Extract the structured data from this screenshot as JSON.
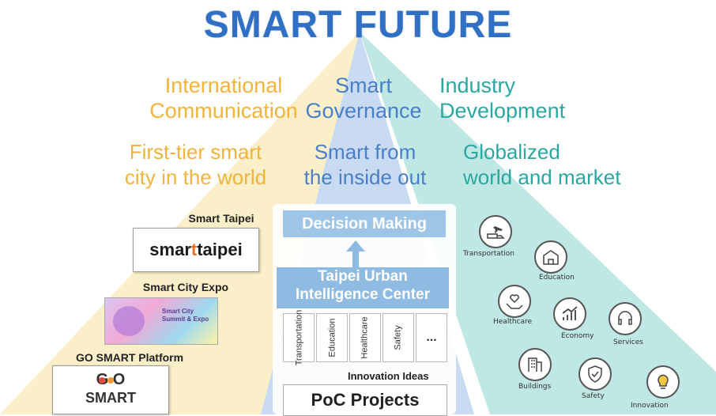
{
  "title": "SMART FUTURE",
  "columns": [
    {
      "heading_line1": "International",
      "heading_line2": "Communication",
      "sub_line1": "First-tier smart",
      "sub_line2": "city in the world",
      "color": "#f0b43c"
    },
    {
      "heading_line1": "Smart",
      "heading_line2": "Governance",
      "sub_line1": "Smart from",
      "sub_line2": "the inside out",
      "color": "#4a7fc8"
    },
    {
      "heading_line1": "Industry",
      "heading_line2": "Development",
      "sub_line1": "Globalized",
      "sub_line2": "world and market",
      "color": "#2aa7a0"
    }
  ],
  "left": {
    "smart_taipei_label": "Smart Taipei",
    "smart_taipei_logo_a": "smar",
    "smart_taipei_logo_b": "t",
    "smart_taipei_logo_c": "taipei",
    "expo_label": "Smart City Expo",
    "expo_poster_text": "Smart City Summit & Expo",
    "goSmart_label": "GO SMART Platform",
    "goSmart_logo_top": "G   O",
    "goSmart_logo_bottom": "SMART"
  },
  "center": {
    "decision": "Decision Making",
    "tuic_line1": "Taipei Urban",
    "tuic_line2": "Intelligence Center",
    "categories": [
      "Transportation",
      "Education",
      "Healthcare",
      "Safety"
    ],
    "more": "...",
    "innovation_ideas": "Innovation Ideas",
    "poc": "PoC Projects"
  },
  "industries": [
    {
      "label": "Transportation",
      "icon": "plane-truck-icon"
    },
    {
      "label": "Education",
      "icon": "school-icon"
    },
    {
      "label": "Healthcare",
      "icon": "heart-hand-icon"
    },
    {
      "label": "Economy",
      "icon": "growth-chart-icon"
    },
    {
      "label": "Services",
      "icon": "headset-icon"
    },
    {
      "label": "Buildings",
      "icon": "building-icon"
    },
    {
      "label": "Safety",
      "icon": "shield-icon"
    },
    {
      "label": "Innovation",
      "icon": "lightbulb-icon"
    }
  ]
}
